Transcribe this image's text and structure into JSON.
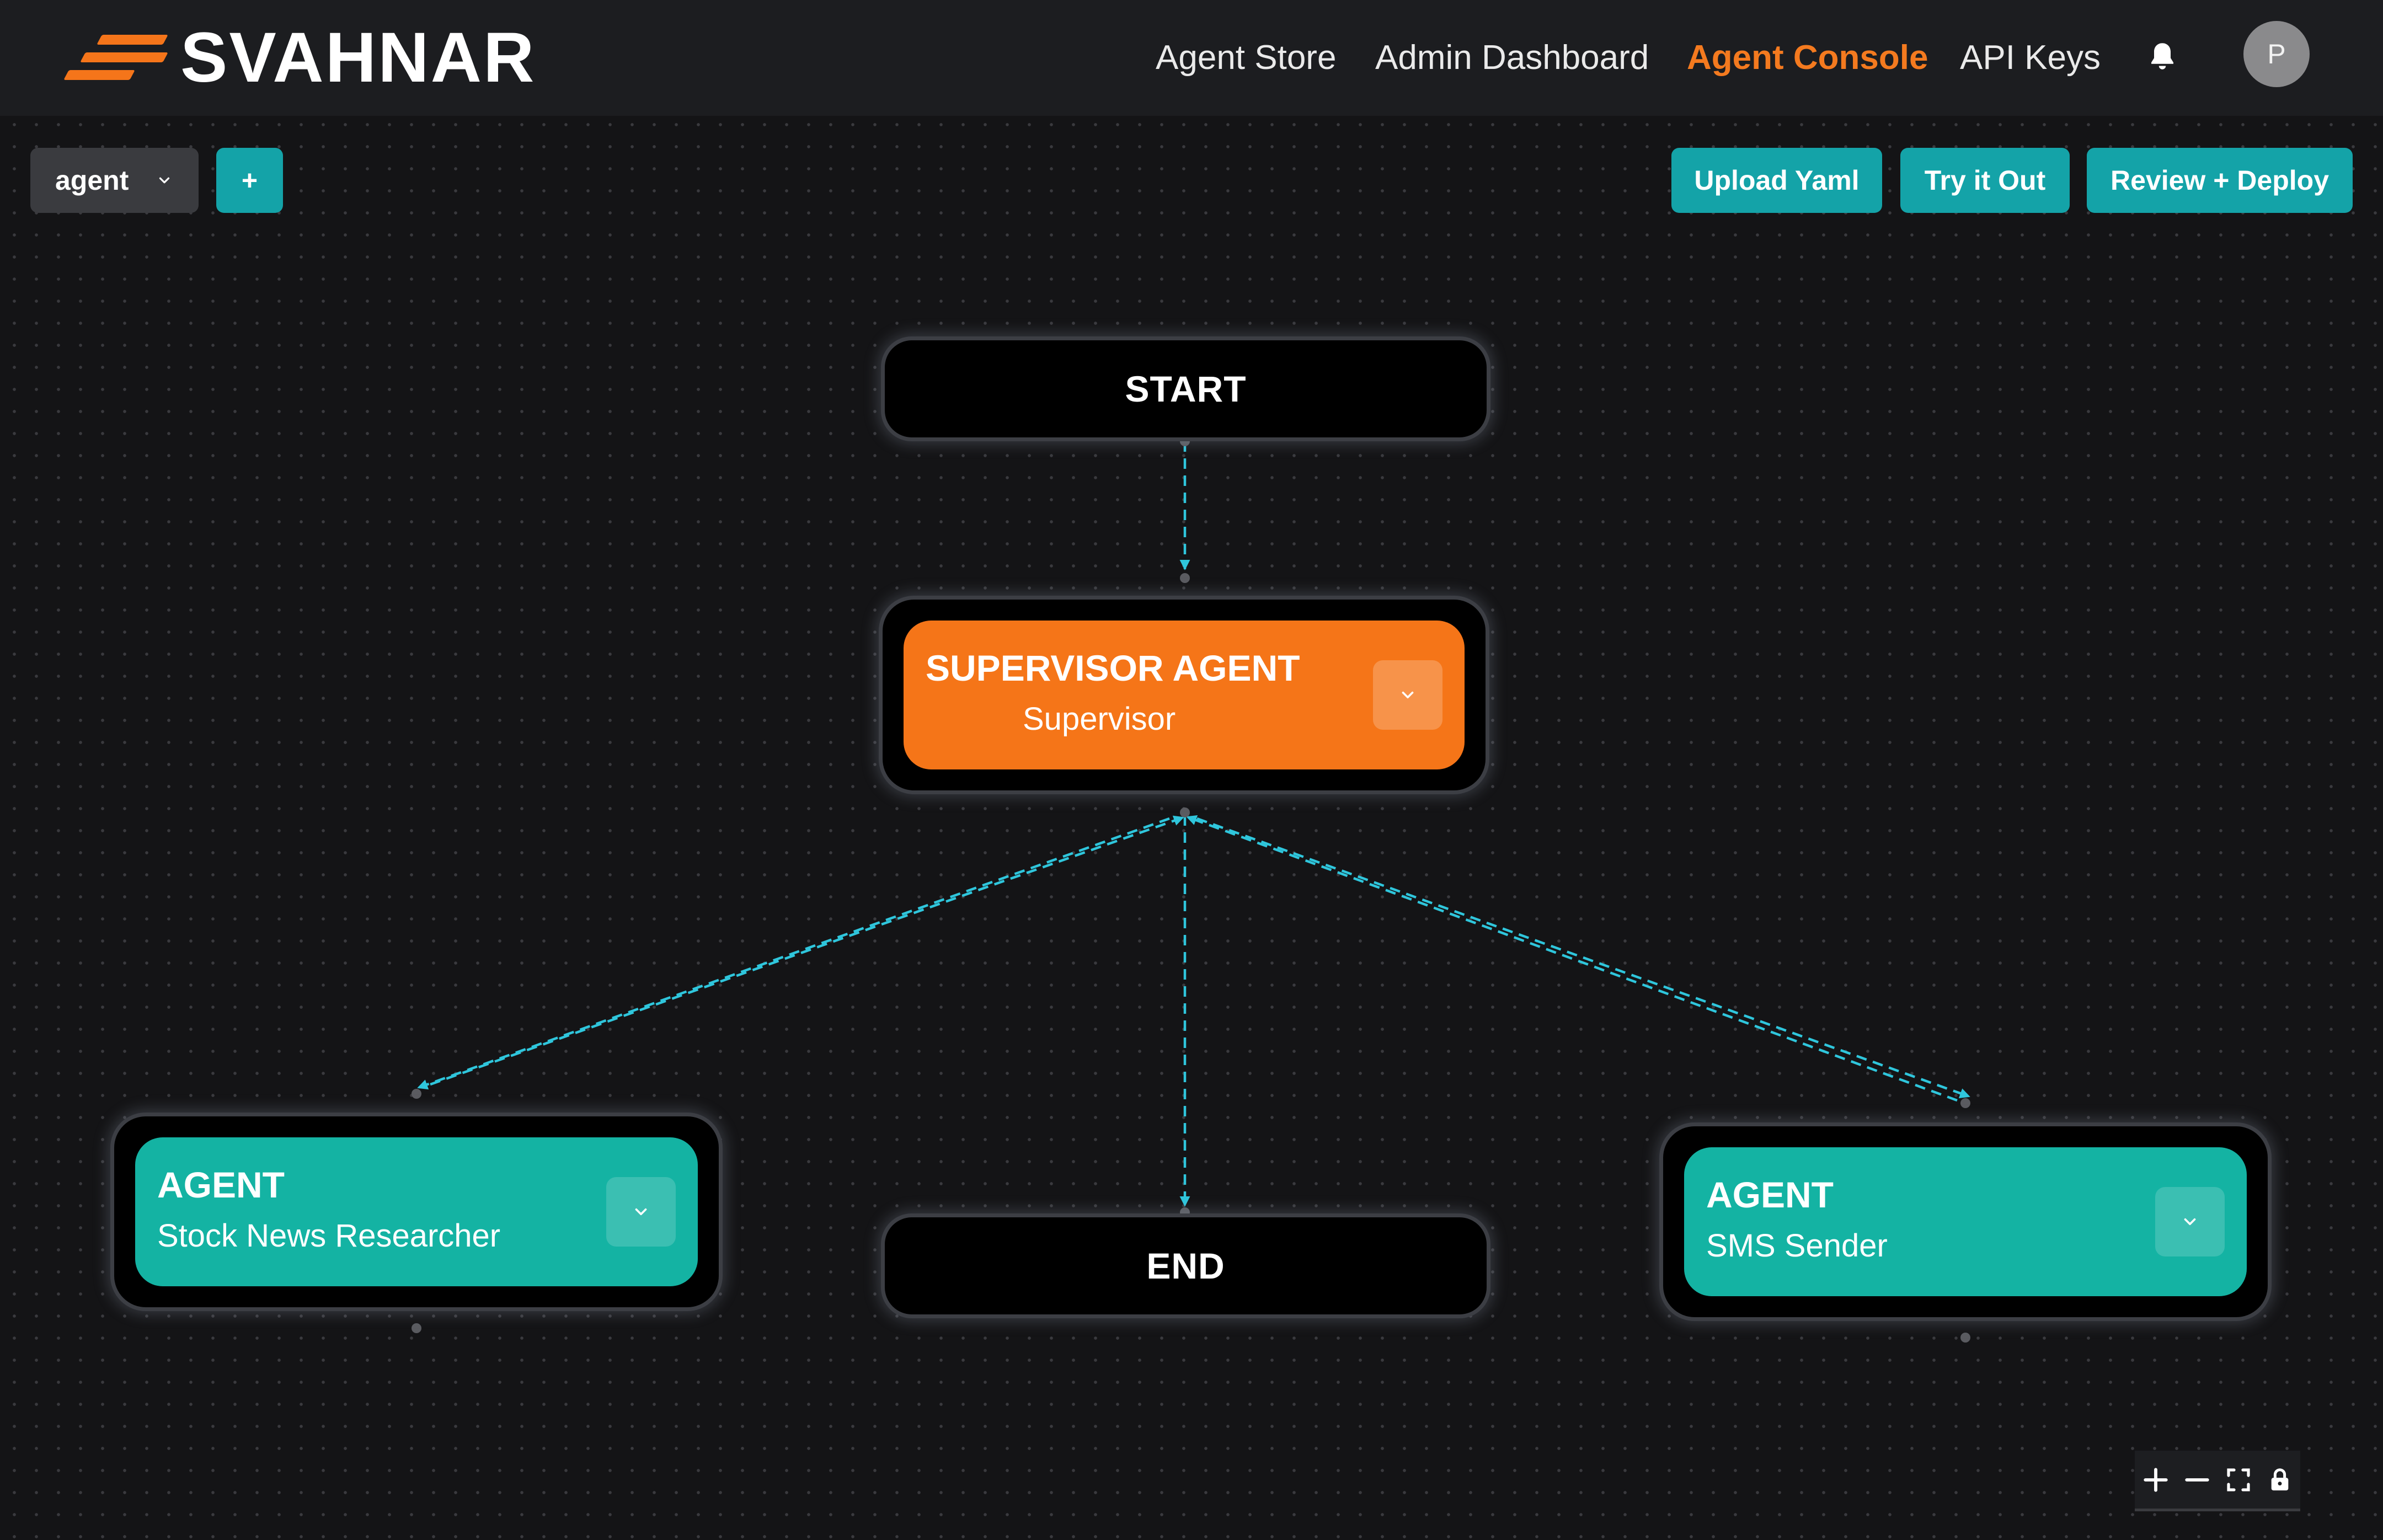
{
  "brand": {
    "name": "SVAHNAR",
    "accent": "#f47a1f"
  },
  "nav": {
    "links": [
      {
        "label": "Agent Store",
        "active": false
      },
      {
        "label": "Admin Dashboard",
        "active": false
      },
      {
        "label": "Agent Console",
        "active": true
      },
      {
        "label": "API Keys",
        "active": false
      }
    ],
    "notification_icon": "bell-icon",
    "avatar_initial": "P"
  },
  "toolbar": {
    "agent_select_value": "agent",
    "add_label": "+",
    "upload_label": "Upload Yaml",
    "try_label": "Try it Out",
    "deploy_label": "Review + Deploy"
  },
  "graph": {
    "start_label": "START",
    "end_label": "END",
    "supervisor": {
      "title": "SUPERVISOR AGENT",
      "subtitle": "Supervisor",
      "color": "#f57518"
    },
    "agents": [
      {
        "title": "AGENT",
        "subtitle": "Stock News Researcher",
        "color": "#14b3a3"
      },
      {
        "title": "AGENT",
        "subtitle": "SMS Sender",
        "color": "#14b3a3"
      }
    ],
    "edge_color": "#2fc6dc",
    "edges": [
      {
        "from": "START",
        "to": "SUPERVISOR AGENT"
      },
      {
        "from": "SUPERVISOR AGENT",
        "to": "Stock News Researcher"
      },
      {
        "from": "Stock News Researcher",
        "to": "SUPERVISOR AGENT"
      },
      {
        "from": "SUPERVISOR AGENT",
        "to": "SMS Sender"
      },
      {
        "from": "SMS Sender",
        "to": "SUPERVISOR AGENT"
      },
      {
        "from": "SUPERVISOR AGENT",
        "to": "END"
      }
    ]
  },
  "canvas_controls": [
    "zoom-in-icon",
    "zoom-out-icon",
    "fit-view-icon",
    "lock-icon"
  ]
}
